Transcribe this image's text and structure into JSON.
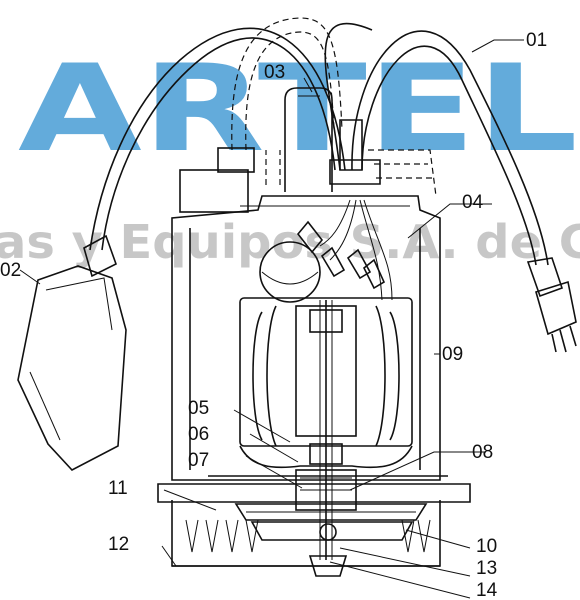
{
  "watermark": {
    "brand": "ARTEL",
    "tagline": "as y Equipos S.A. de C"
  },
  "callouts": [
    "01",
    "02",
    "03",
    "04",
    "05",
    "06",
    "07",
    "08",
    "09",
    "10",
    "11",
    "12",
    "13",
    "14"
  ],
  "colors": {
    "watermark_blue": "#2f8fd0",
    "watermark_gray": "#9a9a9a",
    "line": "#111111"
  }
}
